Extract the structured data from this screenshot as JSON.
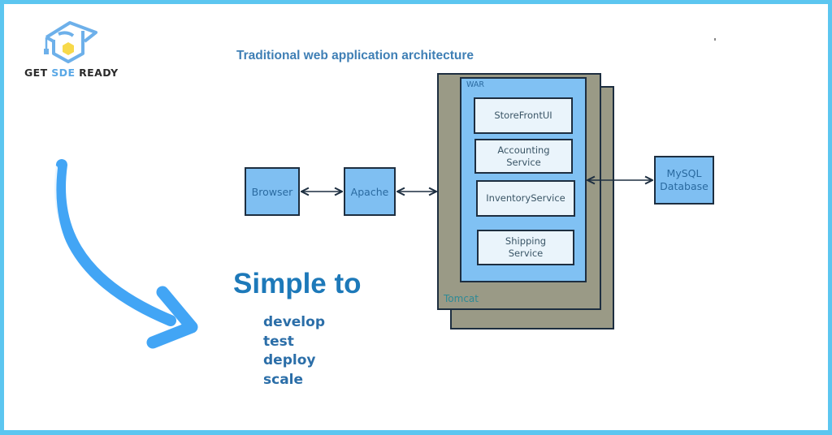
{
  "brand": {
    "logo_icon": "graduation-cap-hexagon-icon",
    "name_prefix": "GET ",
    "name_accent": "SDE",
    "name_suffix": " READY",
    "colors": {
      "accent": "#5aa8e6",
      "dark": "#2b2b2b",
      "highlight": "#f7d94a"
    }
  },
  "diagram": {
    "title": "Traditional web application architecture",
    "nodes": {
      "browser": "Browser",
      "apache": "Apache",
      "database": "MySQL\nDatabase",
      "database_line1": "MySQL",
      "database_line2": "Database"
    },
    "container": {
      "outer_label": "Tomcat",
      "inner_label": "WAR",
      "services": [
        {
          "line1": "StoreFrontUI",
          "line2": ""
        },
        {
          "line1": "Accounting",
          "line2": "Service"
        },
        {
          "line1": "InventoryService",
          "line2": ""
        },
        {
          "line1": "Shipping",
          "line2": "Service"
        }
      ]
    },
    "edges": [
      {
        "from": "Browser",
        "to": "Apache",
        "type": "bidirectional"
      },
      {
        "from": "Apache",
        "to": "Tomcat",
        "type": "bidirectional"
      },
      {
        "from": "WAR",
        "to": "MySQL Database",
        "type": "bidirectional"
      }
    ],
    "colors": {
      "node_fill": "#7fbff2",
      "tomcat_fill": "#9a9a86",
      "war_fill": "#80c1f3",
      "service_fill": "#eaf4fb",
      "border": "#1d2e40"
    }
  },
  "callout": {
    "arrow_icon": "curved-arrow-icon",
    "heading": "Simple to",
    "items": [
      "develop",
      "test",
      "deploy",
      "scale"
    ],
    "colors": {
      "arrow": "#42a5f5",
      "heading": "#1d79b9"
    }
  }
}
